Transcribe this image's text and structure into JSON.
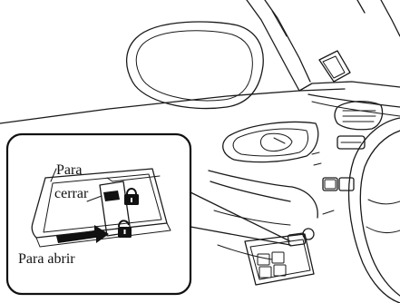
{
  "labels": {
    "close": [
      "Para",
      "cerrar"
    ],
    "open": "Para abrir"
  }
}
